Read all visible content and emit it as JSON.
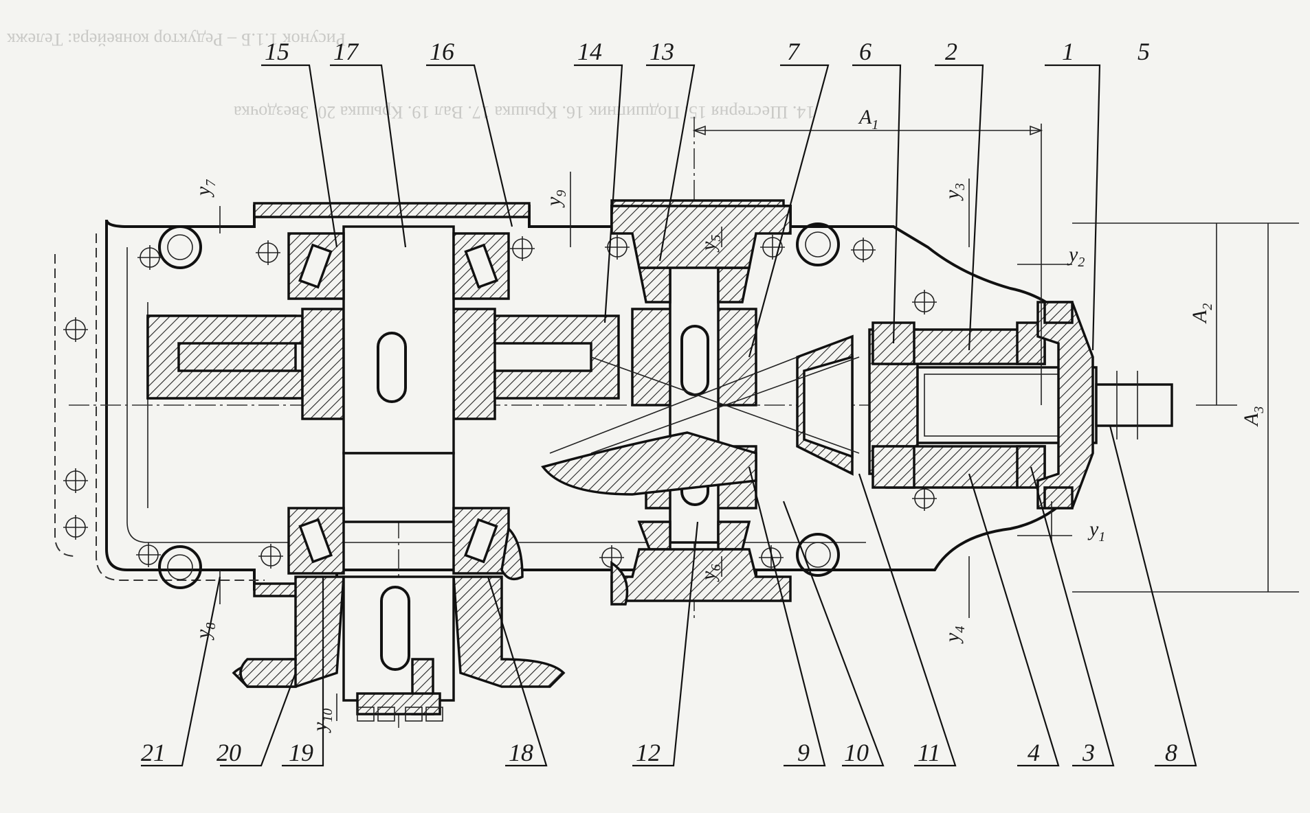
{
  "ghost_text": {
    "line1": "Рисунок 1.1.Б – Редуктор конвейера: Тележк",
    "line2": "14. Шестерня 15. Подшипник 16. Крышка     17. Вал     19. Крышка 20. Звездочка"
  },
  "part_numbers_top": [
    "15",
    "17",
    "16",
    "14",
    "13",
    "7",
    "6",
    "2",
    "1",
    "5"
  ],
  "part_numbers_bottom": [
    "21",
    "20",
    "19",
    "18",
    "12",
    "9",
    "10",
    "11",
    "4",
    "3",
    "8"
  ],
  "dimensions": {
    "A1": {
      "main": "A",
      "sub": "1"
    },
    "A2": {
      "main": "A",
      "sub": "2"
    },
    "A3": {
      "main": "A",
      "sub": "3"
    },
    "y1": {
      "main": "y",
      "sub": "1"
    },
    "y2": {
      "main": "y",
      "sub": "2"
    },
    "y3": {
      "main": "y",
      "sub": "3"
    },
    "y4": {
      "main": "y",
      "sub": "4"
    },
    "y5": {
      "main": "y",
      "sub": "5"
    },
    "y6": {
      "main": "y",
      "sub": "6"
    },
    "y7": {
      "main": "y",
      "sub": "7"
    },
    "y8": {
      "main": "y",
      "sub": "8"
    },
    "y9": {
      "main": "y",
      "sub": "9"
    },
    "y10": {
      "main": "y",
      "sub": "10"
    }
  }
}
